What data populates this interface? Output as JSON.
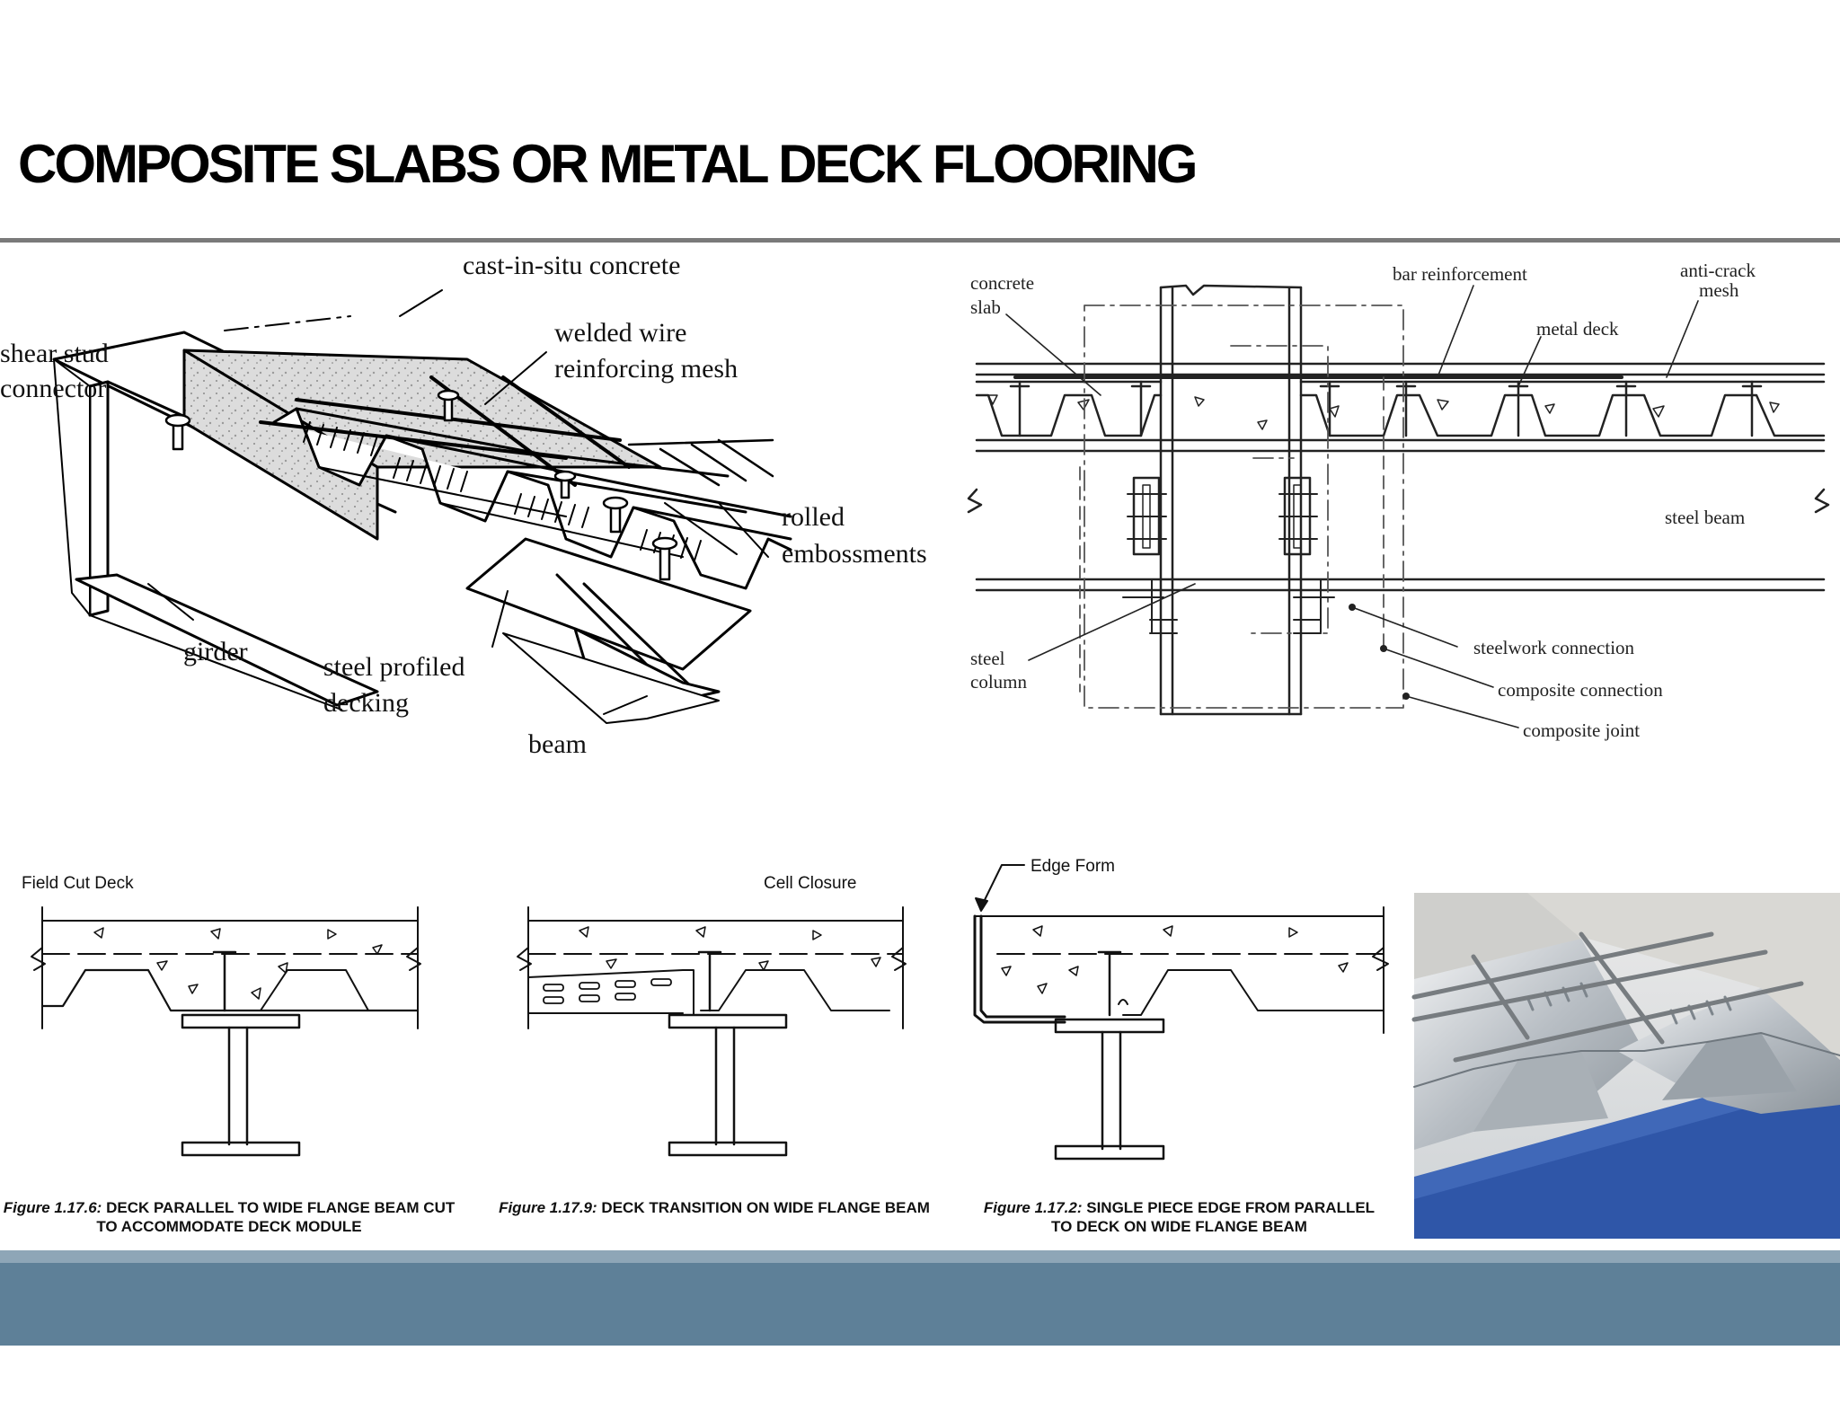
{
  "title": "COMPOSITE SLABS OR METAL DECK FLOORING",
  "isometric": {
    "labels": {
      "concrete": "cast-in-situ concrete",
      "stud_1": "shear stud",
      "stud_2": "connector",
      "mesh_1": "welded wire",
      "mesh_2": "reinforcing mesh",
      "emb_1": "rolled",
      "emb_2": "embossments",
      "girder": "girder",
      "deck_1": "steel profiled",
      "deck_2": "decking",
      "beam": "beam"
    }
  },
  "joint": {
    "labels": {
      "slab_1": "concrete",
      "slab_2": "slab",
      "bar": "bar reinforcement",
      "mesh_1": "anti-crack",
      "mesh_2": "mesh",
      "deck": "metal deck",
      "beam": "steel beam",
      "col_1": "steel",
      "col_2": "column",
      "steelwork": "steelwork connection",
      "composite_conn": "composite connection",
      "composite_joint": "composite joint"
    }
  },
  "details": [
    {
      "label": "Field Cut Deck",
      "fig": "Figure 1.17.6:",
      "caption_1": "DECK PARALLEL TO WIDE FLANGE BEAM CUT",
      "caption_2": "TO ACCOMMODATE DECK MODULE"
    },
    {
      "label": "Cell Closure",
      "fig": "Figure 1.17.9:",
      "caption_1": "DECK TRANSITION ON WIDE FLANGE BEAM",
      "caption_2": ""
    },
    {
      "label": "Edge Form",
      "fig": "Figure 1.17.2:",
      "caption_1": "SINGLE PIECE EDGE FROM PARALLEL",
      "caption_2": "TO DECK ON WIDE FLANGE BEAM"
    }
  ],
  "colors": {
    "rule": "#7a7a7a",
    "footer_light": "#8ea6b7",
    "footer_dark": "#5e8098"
  }
}
